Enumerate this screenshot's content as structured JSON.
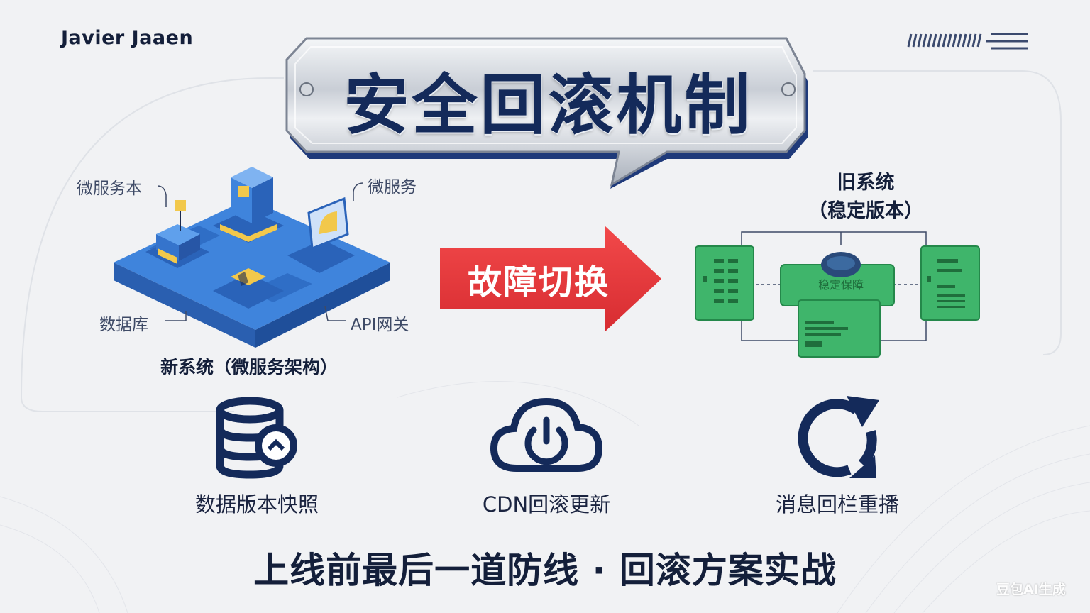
{
  "author": "Javier Jaaen",
  "title": "安全回滚机制",
  "new_system": {
    "labels": [
      "微服务本",
      "微服务",
      "数据库",
      "API网关"
    ],
    "caption": "新系统（微服务架构）"
  },
  "failover": {
    "label": "故障切换"
  },
  "old_system": {
    "title_line1": "旧系统",
    "title_line2": "（稳定版本）",
    "center_module_text": "稳定保障"
  },
  "features": [
    {
      "icon": "database-rollback-icon",
      "label": "数据版本快照"
    },
    {
      "icon": "cloud-power-icon",
      "label": "CDN回滚更新"
    },
    {
      "icon": "refresh-cycle-icon",
      "label": "消息回栏重播"
    }
  ],
  "bottom_title": "上线前最后一道防线 · 回滚方案实战",
  "watermark": "豆包AI生成",
  "colors": {
    "navy": "#142a5a",
    "arrow_red": "#e8383b",
    "green": "#3fb56b",
    "blue": "#3b7fd9",
    "gold": "#f2c84b"
  }
}
